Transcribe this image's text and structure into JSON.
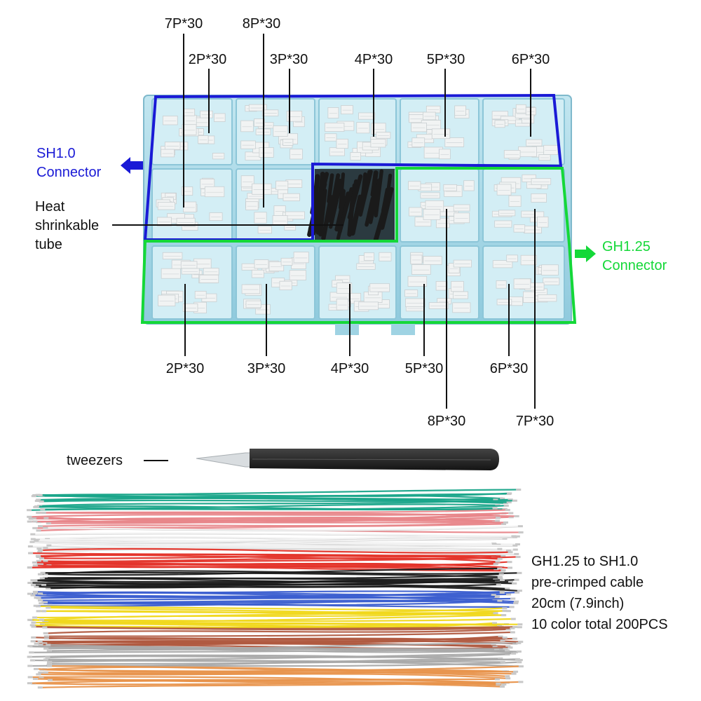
{
  "colors": {
    "sh_accent": "#1a1ad6",
    "gh_accent": "#14d838",
    "box_plastic": "#a9dbe8",
    "connector": "#f1f3f3",
    "heat_tube": "#1a1a1a",
    "tweezer_body": "#2a2a2a"
  },
  "icons": {
    "sh_arrow": "arrow-left-icon",
    "gh_arrow": "arrow-right-icon"
  },
  "top_labels": [
    "7P*30",
    "8P*30",
    "2P*30",
    "3P*30",
    "4P*30",
    "5P*30",
    "6P*30"
  ],
  "bottom_labels": [
    "2P*30",
    "3P*30",
    "4P*30",
    "5P*30",
    "6P*30",
    "8P*30",
    "7P*30"
  ],
  "sh": {
    "line1": "SH1.0",
    "line2": "Connector"
  },
  "gh": {
    "line1": "GH1.25",
    "line2": "Connector"
  },
  "heat": {
    "line1": "Heat",
    "line2": "shrinkable",
    "line3": "tube"
  },
  "tweezers": {
    "label": "tweezers"
  },
  "cable": {
    "line1": "GH1.25 to SH1.0",
    "line2": "pre-crimped cable",
    "line3": "20cm (7.9inch)",
    "line4": "10 color total 200PCS"
  },
  "wire_colors": [
    "#1aa58a",
    "#e8868a",
    "#f2f2f2",
    "#e4342a",
    "#1c1c1c",
    "#3c5fd0",
    "#f0d81c",
    "#b05a40",
    "#a9a9a9",
    "#e8944c"
  ]
}
